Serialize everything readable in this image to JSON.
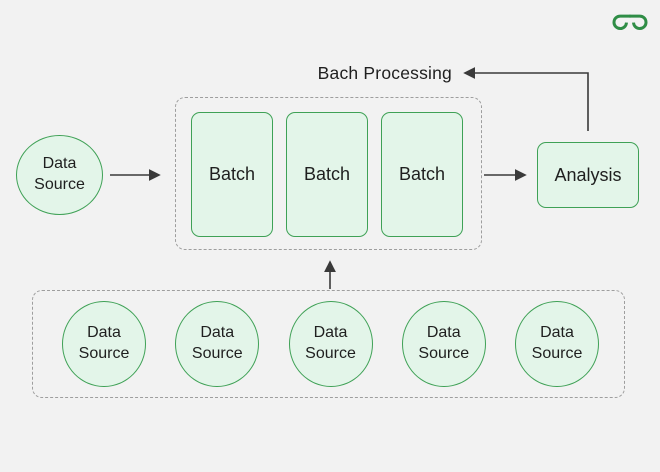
{
  "header": {
    "logo": {
      "name": "geeksforgeeks",
      "color": "#2f8d46"
    }
  },
  "diagram": {
    "title": "Bach Processing",
    "source_left": {
      "label": "Data Source"
    },
    "batch_group": {
      "batches": [
        {
          "label": "Batch"
        },
        {
          "label": "Batch"
        },
        {
          "label": "Batch"
        }
      ]
    },
    "analysis": {
      "label": "Analysis"
    },
    "source_group": {
      "sources": [
        {
          "label": "Data Source"
        },
        {
          "label": "Data Source"
        },
        {
          "label": "Data Source"
        },
        {
          "label": "Data Source"
        },
        {
          "label": "Data Source"
        }
      ]
    },
    "connectors": [
      "source-to-batch-group",
      "batch-group-to-analysis",
      "source-group-to-batch-group",
      "analysis-to-title"
    ],
    "colors": {
      "background": "#f2f2f2",
      "node_fill": "#e3f5e9",
      "node_border": "#3fa156",
      "dashed_border": "#9e9e9e",
      "arrow": "#3a3a3a",
      "text": "#1f1f1f",
      "logo_green": "#2f8d46"
    }
  }
}
